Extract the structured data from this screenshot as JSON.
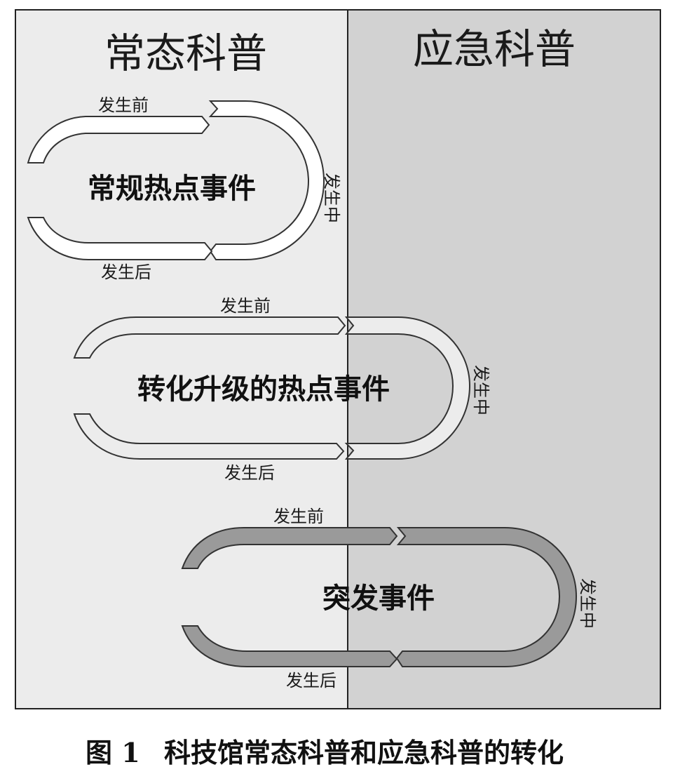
{
  "columns": {
    "left_title": "常态科普",
    "right_title": "应急科普"
  },
  "colors": {
    "left_bg": "#ececec",
    "right_bg": "#d2d2d2",
    "loop1_fill": "#ffffff",
    "loop2_fill": "#ececec",
    "loop3_fill": "#9a9a9a"
  },
  "loops": [
    {
      "event": "常规热点事件",
      "before": "发生前",
      "during": "发生中",
      "after": "发生后"
    },
    {
      "event": "转化升级的热点事件",
      "before": "发生前",
      "during": "发生中",
      "after": "发生后"
    },
    {
      "event": "突发事件",
      "before": "发生前",
      "during": "发生中",
      "after": "发生后"
    }
  ],
  "caption": {
    "figure_no": "图 1",
    "text": "科技馆常态科普和应急科普的转化"
  }
}
